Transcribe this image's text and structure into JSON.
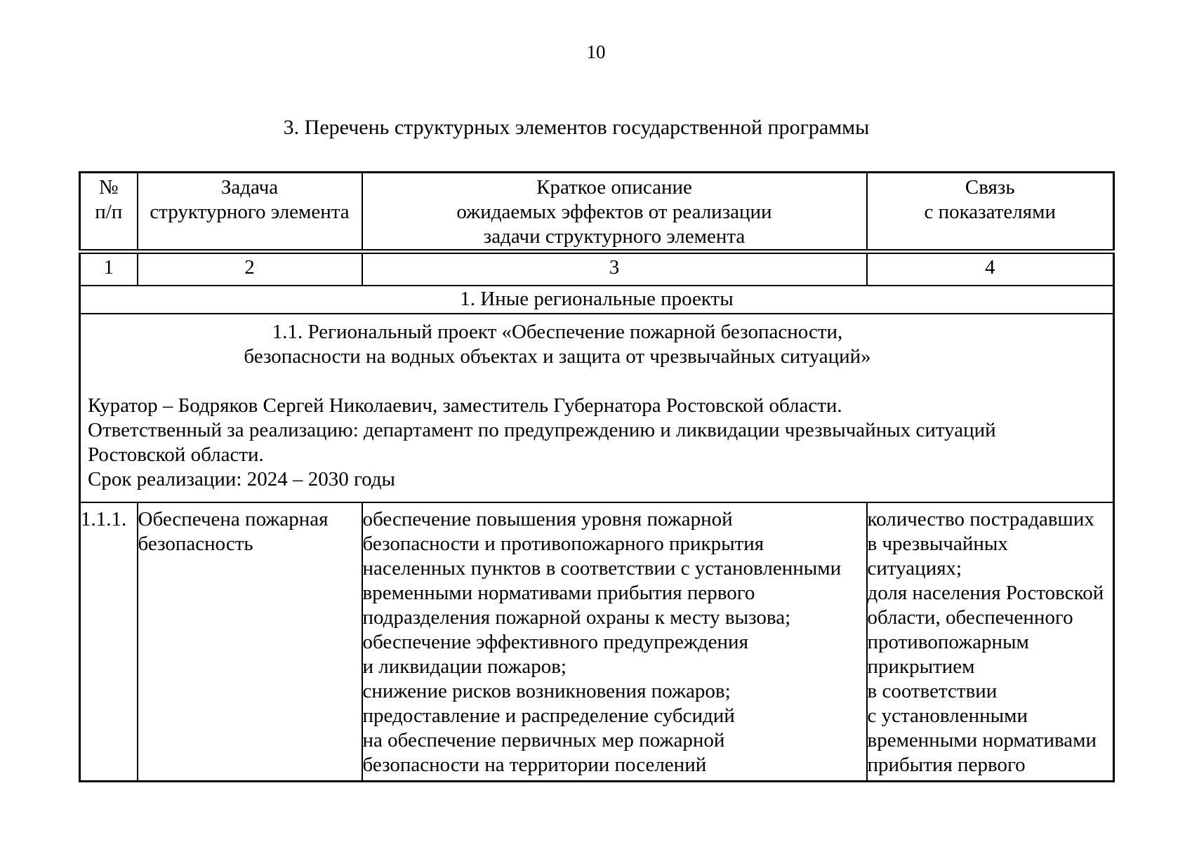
{
  "page": {
    "number": "10",
    "title": "3. Перечень структурных элементов государственной программы"
  },
  "table": {
    "header": {
      "num": "№\nп/п",
      "task": "Задача\nструктурного элемента",
      "description": "Краткое описание\nожидаемых эффектов от реализации\nзадачи структурного элемента",
      "indicators": "Связь\nс показателями"
    },
    "column_numbers": [
      "1",
      "2",
      "3",
      "4"
    ],
    "section_title": "1. Иные региональные проекты",
    "project": {
      "heading": "1.1. Региональный проект «Обеспечение пожарной безопасности,\nбезопасности на водных объектах и защита от чрезвычайных ситуаций»",
      "curator": "Куратор – Бодряков Сергей Николаевич, заместитель Губернатора Ростовской области.",
      "responsible": "Ответственный за реализацию: департамент по предупреждению и ликвидации чрезвычайных ситуаций\nРостовской области.",
      "period": "Срок реализации: 2024 – 2030 годы"
    },
    "rows": [
      {
        "num": "1.1.1.",
        "task": "Обеспечена пожарная\nбезопасность",
        "description": "обеспечение повышения уровня пожарной\nбезопасности и противопожарного прикрытия\nнаселенных пунктов в соответствии с установленными\nвременными нормативами прибытия первого\nподразделения пожарной охраны к месту вызова;\nобеспечение эффективного предупреждения\nи ликвидации пожаров;\nснижение рисков возникновения пожаров;\nпредоставление и распределение субсидий\nна обеспечение первичных мер пожарной\nбезопасности на территории поселений",
        "indicators": "количество пострадавших\nв чрезвычайных\nситуациях;\nдоля населения Ростовской\nобласти, обеспеченного\nпротивопожарным\nприкрытием\nв соответствии\nс установленными\nвременными нормативами\nприбытия первого"
      }
    ]
  }
}
